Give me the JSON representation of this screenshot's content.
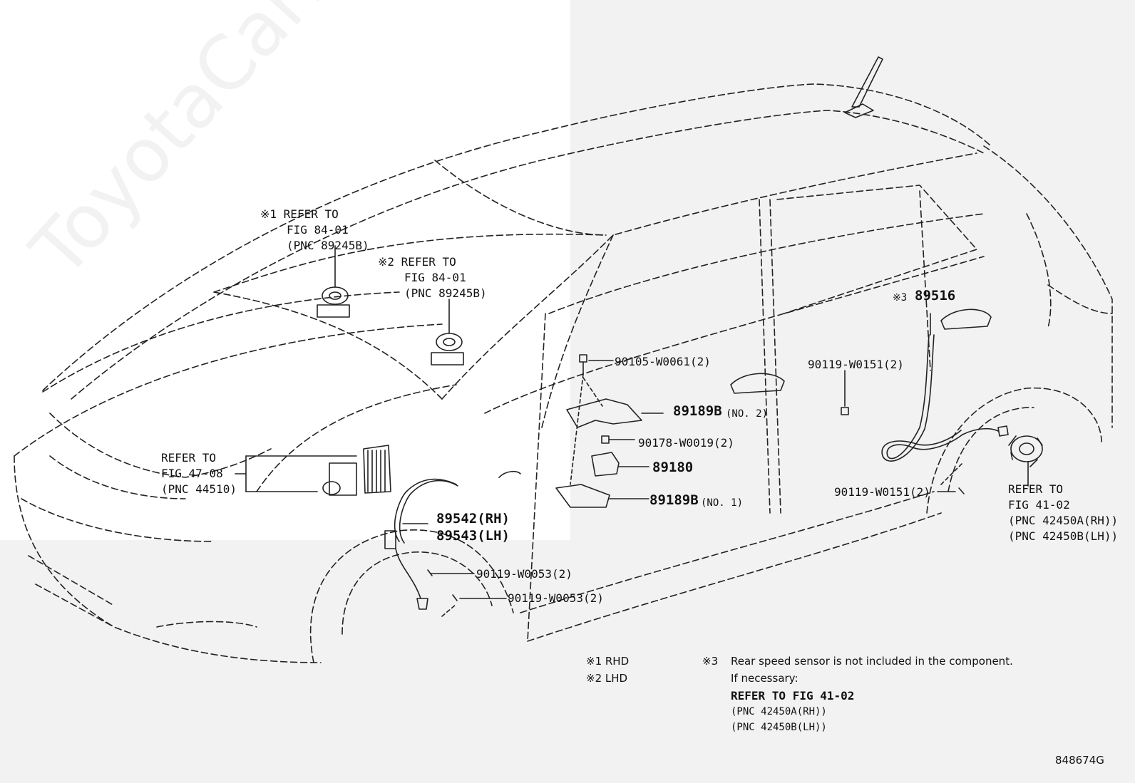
{
  "diagram_id": "848674G",
  "watermark": "ToyotaCarMine.ru",
  "callouts": {
    "c1_l1": "※1 REFER TO",
    "c1_l2": "FIG 84-01",
    "c1_l3": "(PNC 89245B)",
    "c2_l1": "※2 REFER TO",
    "c2_l2": "FIG 84-01",
    "c2_l3": "(PNC 89245B)",
    "c3_l1": "REFER TO",
    "c3_l2": "FIG 47-08",
    "c3_l3": "(PNC 44510)",
    "c4_l1": "REFER TO",
    "c4_l2": "FIG 41-02",
    "c4_l3": "(PNC 42450A(RH))",
    "c4_l4": "(PNC 42450B(LH))"
  },
  "parts": {
    "p1": "90105-W0061(2)",
    "p2": "89189B",
    "p2_note": "(NO. 2)",
    "p3": "90178-W0019(2)",
    "p4": "89180",
    "p5": "89189B",
    "p5_note": "(NO. 1)",
    "p6": "89542(RH)",
    "p7": "89543(LH)",
    "p8": "90119-W0053(2)",
    "p9": "90119-W0053(2)",
    "p10": "89516",
    "p10_mark": "※3",
    "p11": "90119-W0151(2)",
    "p12": "90119-W0151(2)"
  },
  "notes": {
    "n1": "※1 RHD",
    "n2": "※2 LHD",
    "n3_mark": "※3",
    "n3_l1": "Rear speed sensor is not included in the component.",
    "n3_l2": "If necessary:",
    "n3_l3": "REFER TO FIG 41-02",
    "n3_l4": "(PNC 42450A(RH))",
    "n3_l5": "(PNC 42450B(LH))"
  }
}
